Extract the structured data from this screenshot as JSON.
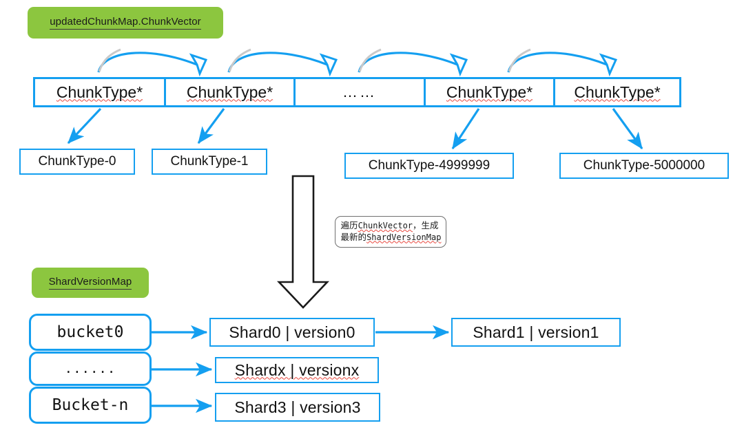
{
  "diagram": {
    "title_tag": "updatedChunkMap.ChunkVector",
    "map_tag": "ShardVersionMap",
    "annotation": {
      "line1_cn": "遍历",
      "line1_mono": "ChunkVector",
      "line1_tail": "，生成",
      "line2_cn": "最新的",
      "line2_mono": "ShardVersionMap"
    },
    "vector_cells": [
      {
        "label": "ChunkType*"
      },
      {
        "label": "ChunkType*"
      },
      {
        "label": "……"
      },
      {
        "label": "ChunkType*"
      },
      {
        "label": "ChunkType*"
      }
    ],
    "leaf_boxes": [
      {
        "label": "ChunkType-0"
      },
      {
        "label": "ChunkType-1"
      },
      {
        "label": "ChunkType-4999999"
      },
      {
        "label": "ChunkType-5000000"
      }
    ],
    "buckets": [
      {
        "label": "bucket0"
      },
      {
        "label": "......"
      },
      {
        "label": "Bucket-n"
      }
    ],
    "shards": [
      {
        "label": "Shard0 | version0"
      },
      {
        "label": "Shardx | versionx"
      },
      {
        "label": "Shard3 | version3"
      },
      {
        "label": "Shard1 | version1"
      }
    ],
    "colors": {
      "accent_blue": "#149FF0",
      "tag_green": "#8CC63F",
      "outline_black": "#000000",
      "spell_red": "#e8463c",
      "background": "#ffffff"
    }
  }
}
